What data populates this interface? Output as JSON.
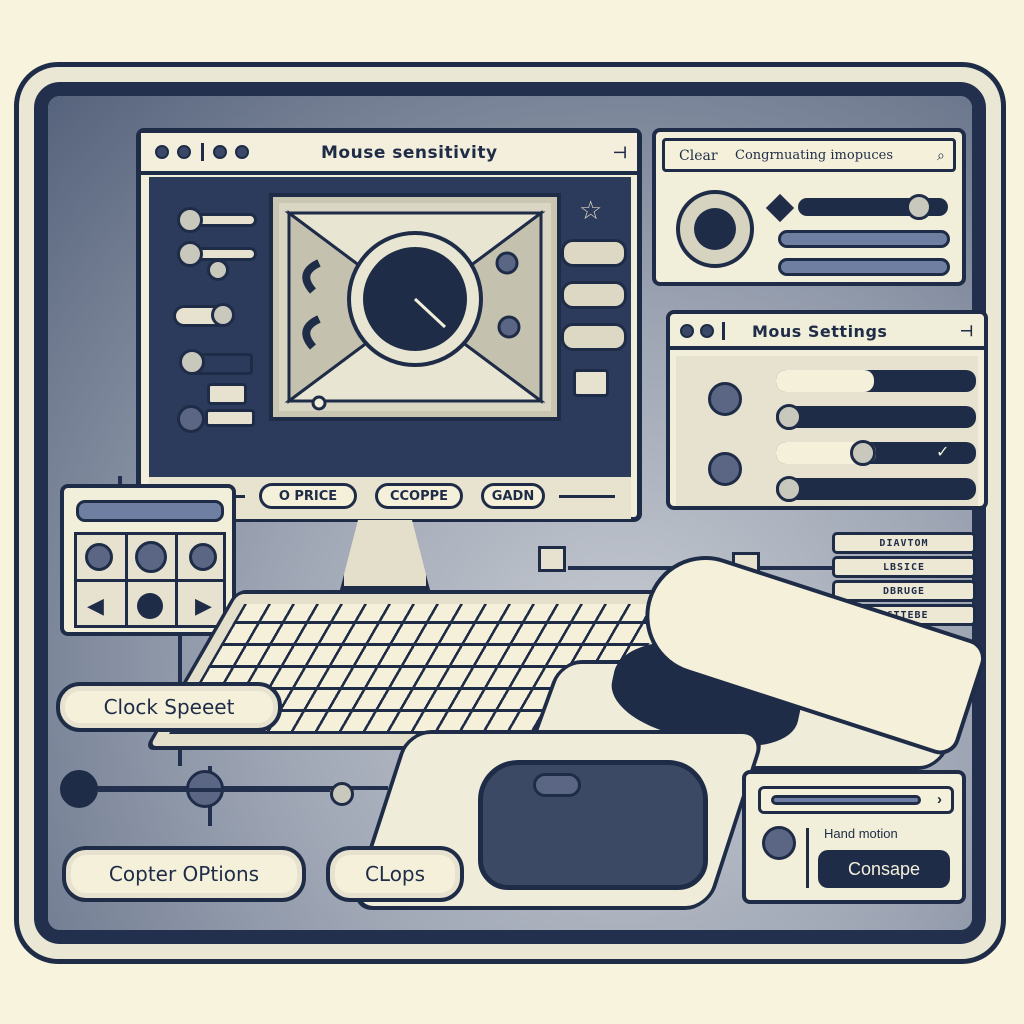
{
  "main_window": {
    "title": "Mouse sensitivity",
    "nav_buttons": [
      "O PRICE",
      "CCOPPE",
      "GADN"
    ]
  },
  "search_panel": {
    "clear_label": "Clear",
    "query": "Congrnuating imopuces",
    "icon": "search-icon"
  },
  "mouse_settings": {
    "title": "Mous Settings",
    "sliders": [
      {
        "level": 0.4
      },
      {
        "level": 0.05
      },
      {
        "level": 0.5
      },
      {
        "level": 0.05
      }
    ]
  },
  "side_list": [
    "DIAVTOM",
    "LBSICE",
    "DBRUGE",
    "OCTTEBE"
  ],
  "mini_panel": {
    "header": ""
  },
  "bottom": {
    "clock_speed_label": "Clock Speeet",
    "computer_options_label": "Copter OPtions",
    "clops_label": "CLops"
  },
  "hand_motion_panel": {
    "label": "Hand motion",
    "button_label": "Consape"
  },
  "colors": {
    "navy": "#1f2c47",
    "cream": "#f1eed9",
    "steel": "#6f7fa1"
  }
}
